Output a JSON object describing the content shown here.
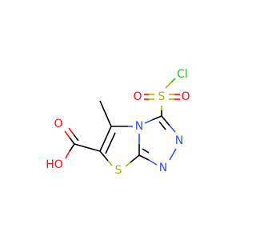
{
  "atoms": {
    "cl": "Cl",
    "s_sulfonyl": "S",
    "o_sulfonyl_left": "O",
    "o_sulfonyl_right": "O",
    "n_bridge": "N",
    "n_triazole_upper": "N",
    "n_triazole_lower": "N",
    "s_ring": "S",
    "o_carbonyl": "O",
    "oh": "HO"
  },
  "colors": {
    "oxygen": "#ff0d0d",
    "nitrogen": "#3050f8",
    "sulfur": "#b2b200",
    "chlorine": "#1fc11f",
    "carbon": "#000000"
  }
}
